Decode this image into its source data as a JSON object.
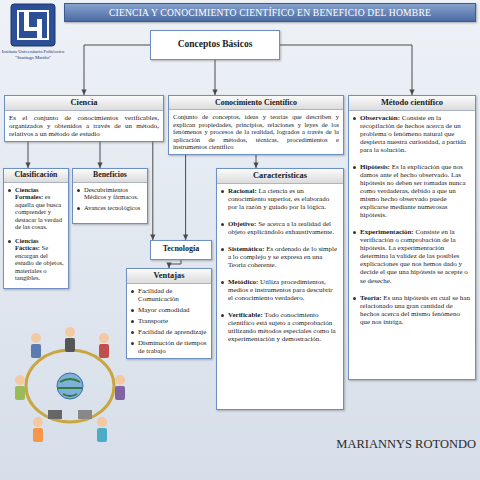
{
  "diagram": {
    "title": "CIENCIA Y CONOCIMIENTO CIENTÍFICO EN BENEFICIO DEL HOMBRE",
    "nodes": [
      {
        "text": [
          "Conceptos Básicos"
        ]
      },
      {
        "text": [
          "Ciencia",
          "Es el conjunto de conocimientos verificables, organizados y obtenidos a través de un método, relativos a un método de estudio"
        ]
      },
      {
        "text": [
          "Conocimiento Científico",
          "Conjunto de conceptos, ideas y teorías que describen y explican propiedades, principios, relaciones y leyes de los fenómenos y procesos de la realidad, logrados a través de la aplicación de métodos, técnicas, procedimientos e instrumentos científico"
        ]
      },
      {
        "text": [
          "Método científico",
          "Observación: Consiste en la recopilación de hechos acerca de un problema o fenómeno natural que despierta nuestra curiosidad, a partida para la solución.",
          "Hipótesis: Es la explicación que nos damos ante el hecho observado. Las hipótesis no deben ser tomadas nunca como verdaderas, debido a que un mismo hecho observado puede explicarse mediante numerosas hipótesis.",
          "Experimentación: Consiste en la verificación o comprobación de la hipótesis. La experimentación determina la validez de las posibles explicaciones que nos hemos dado y decide el que una hipótesis se acepte o se deseche.",
          "Teoría: Es una hipótesis en cual se han relacionado una gran cantidad de hechos acerca del mismo fenómeno que nos intriga."
        ]
      },
      {
        "text": [
          "Clasificación",
          "Ciencias Formales: es aquella que busca comprender y destacar la verdad de las cosas.",
          "Ciencias Fácticas: Se encargan del estudio de objetos, materiales o tangibles."
        ]
      },
      {
        "text": [
          "Beneficios",
          "Descubrimientos Médicos y fármacos.",
          "Avances tecnológicos"
        ]
      },
      {
        "text": [
          "Tecnología"
        ]
      },
      {
        "text": [
          "Características",
          "Racional: La ciencia es un conocimiento superior, es elaborado por la razón y guiado por la lógica.",
          "Objetivo: Se acerca a la realidad del objeto explicándolo exhaustivamente.",
          "Sistemático: Es ordenado de lo simple a lo complejo y se expresa en una Teoría coherente.",
          "Metódico: Utiliza procedimientos, medios e instrumentos para descubrir el conocimiento verdadero.",
          "Verificable: Todo conocimiento científico está sujeto a comprobación utilizando métodos especiales como la experimentación y demostración."
        ]
      },
      {
        "text": [
          "Ventajas",
          "Facilidad de Comunicación",
          "Mayor comodidad",
          "Transporte",
          "Facilidad de aprendizaje",
          "Disminución de tiempos de trabajo"
        ]
      }
    ],
    "edges": [
      {
        "from": 0,
        "to": 1,
        "arrow": "to"
      },
      {
        "from": 0,
        "to": 2,
        "arrow": "to"
      },
      {
        "from": 0,
        "to": 3,
        "arrow": "to"
      },
      {
        "from": 1,
        "to": 4,
        "arrow": "to"
      },
      {
        "from": 1,
        "to": 5,
        "arrow": "to"
      },
      {
        "from": 1,
        "to": 6,
        "arrow": "to"
      },
      {
        "from": 2,
        "to": 6,
        "arrow": "to"
      },
      {
        "from": 2,
        "to": 7,
        "arrow": "to"
      },
      {
        "from": 6,
        "to": 8,
        "arrow": "to"
      }
    ],
    "labels": [
      "Instituto Universitario Politécnico",
      "\"Santiago Mariño\"",
      "MARIANNYS ROTONDO"
    ]
  }
}
